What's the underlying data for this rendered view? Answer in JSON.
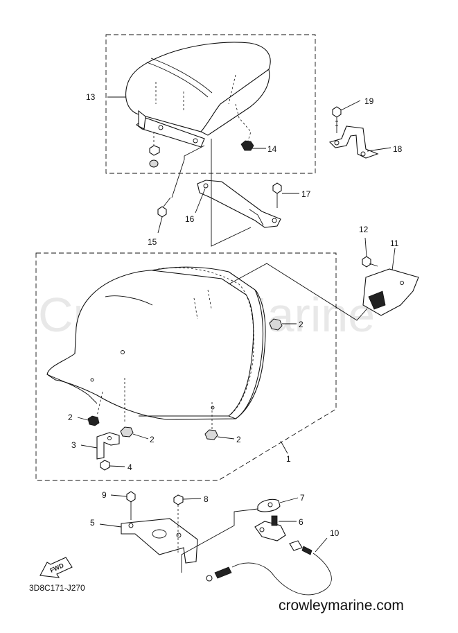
{
  "watermark": "Crowley Marine",
  "diagram_code": "3D8C171-J270",
  "website": "crowleymarine.com",
  "fwd_label": "FWD",
  "callouts": {
    "c1": "1",
    "c2a": "2",
    "c2b": "2",
    "c2c": "2",
    "c2d": "2",
    "c3": "3",
    "c4": "4",
    "c5": "5",
    "c6": "6",
    "c7": "7",
    "c8": "8",
    "c9": "9",
    "c10": "10",
    "c11": "11",
    "c12": "12",
    "c13": "13",
    "c14": "14",
    "c15": "15",
    "c16": "16",
    "c17": "17",
    "c18": "18",
    "c19": "19"
  }
}
